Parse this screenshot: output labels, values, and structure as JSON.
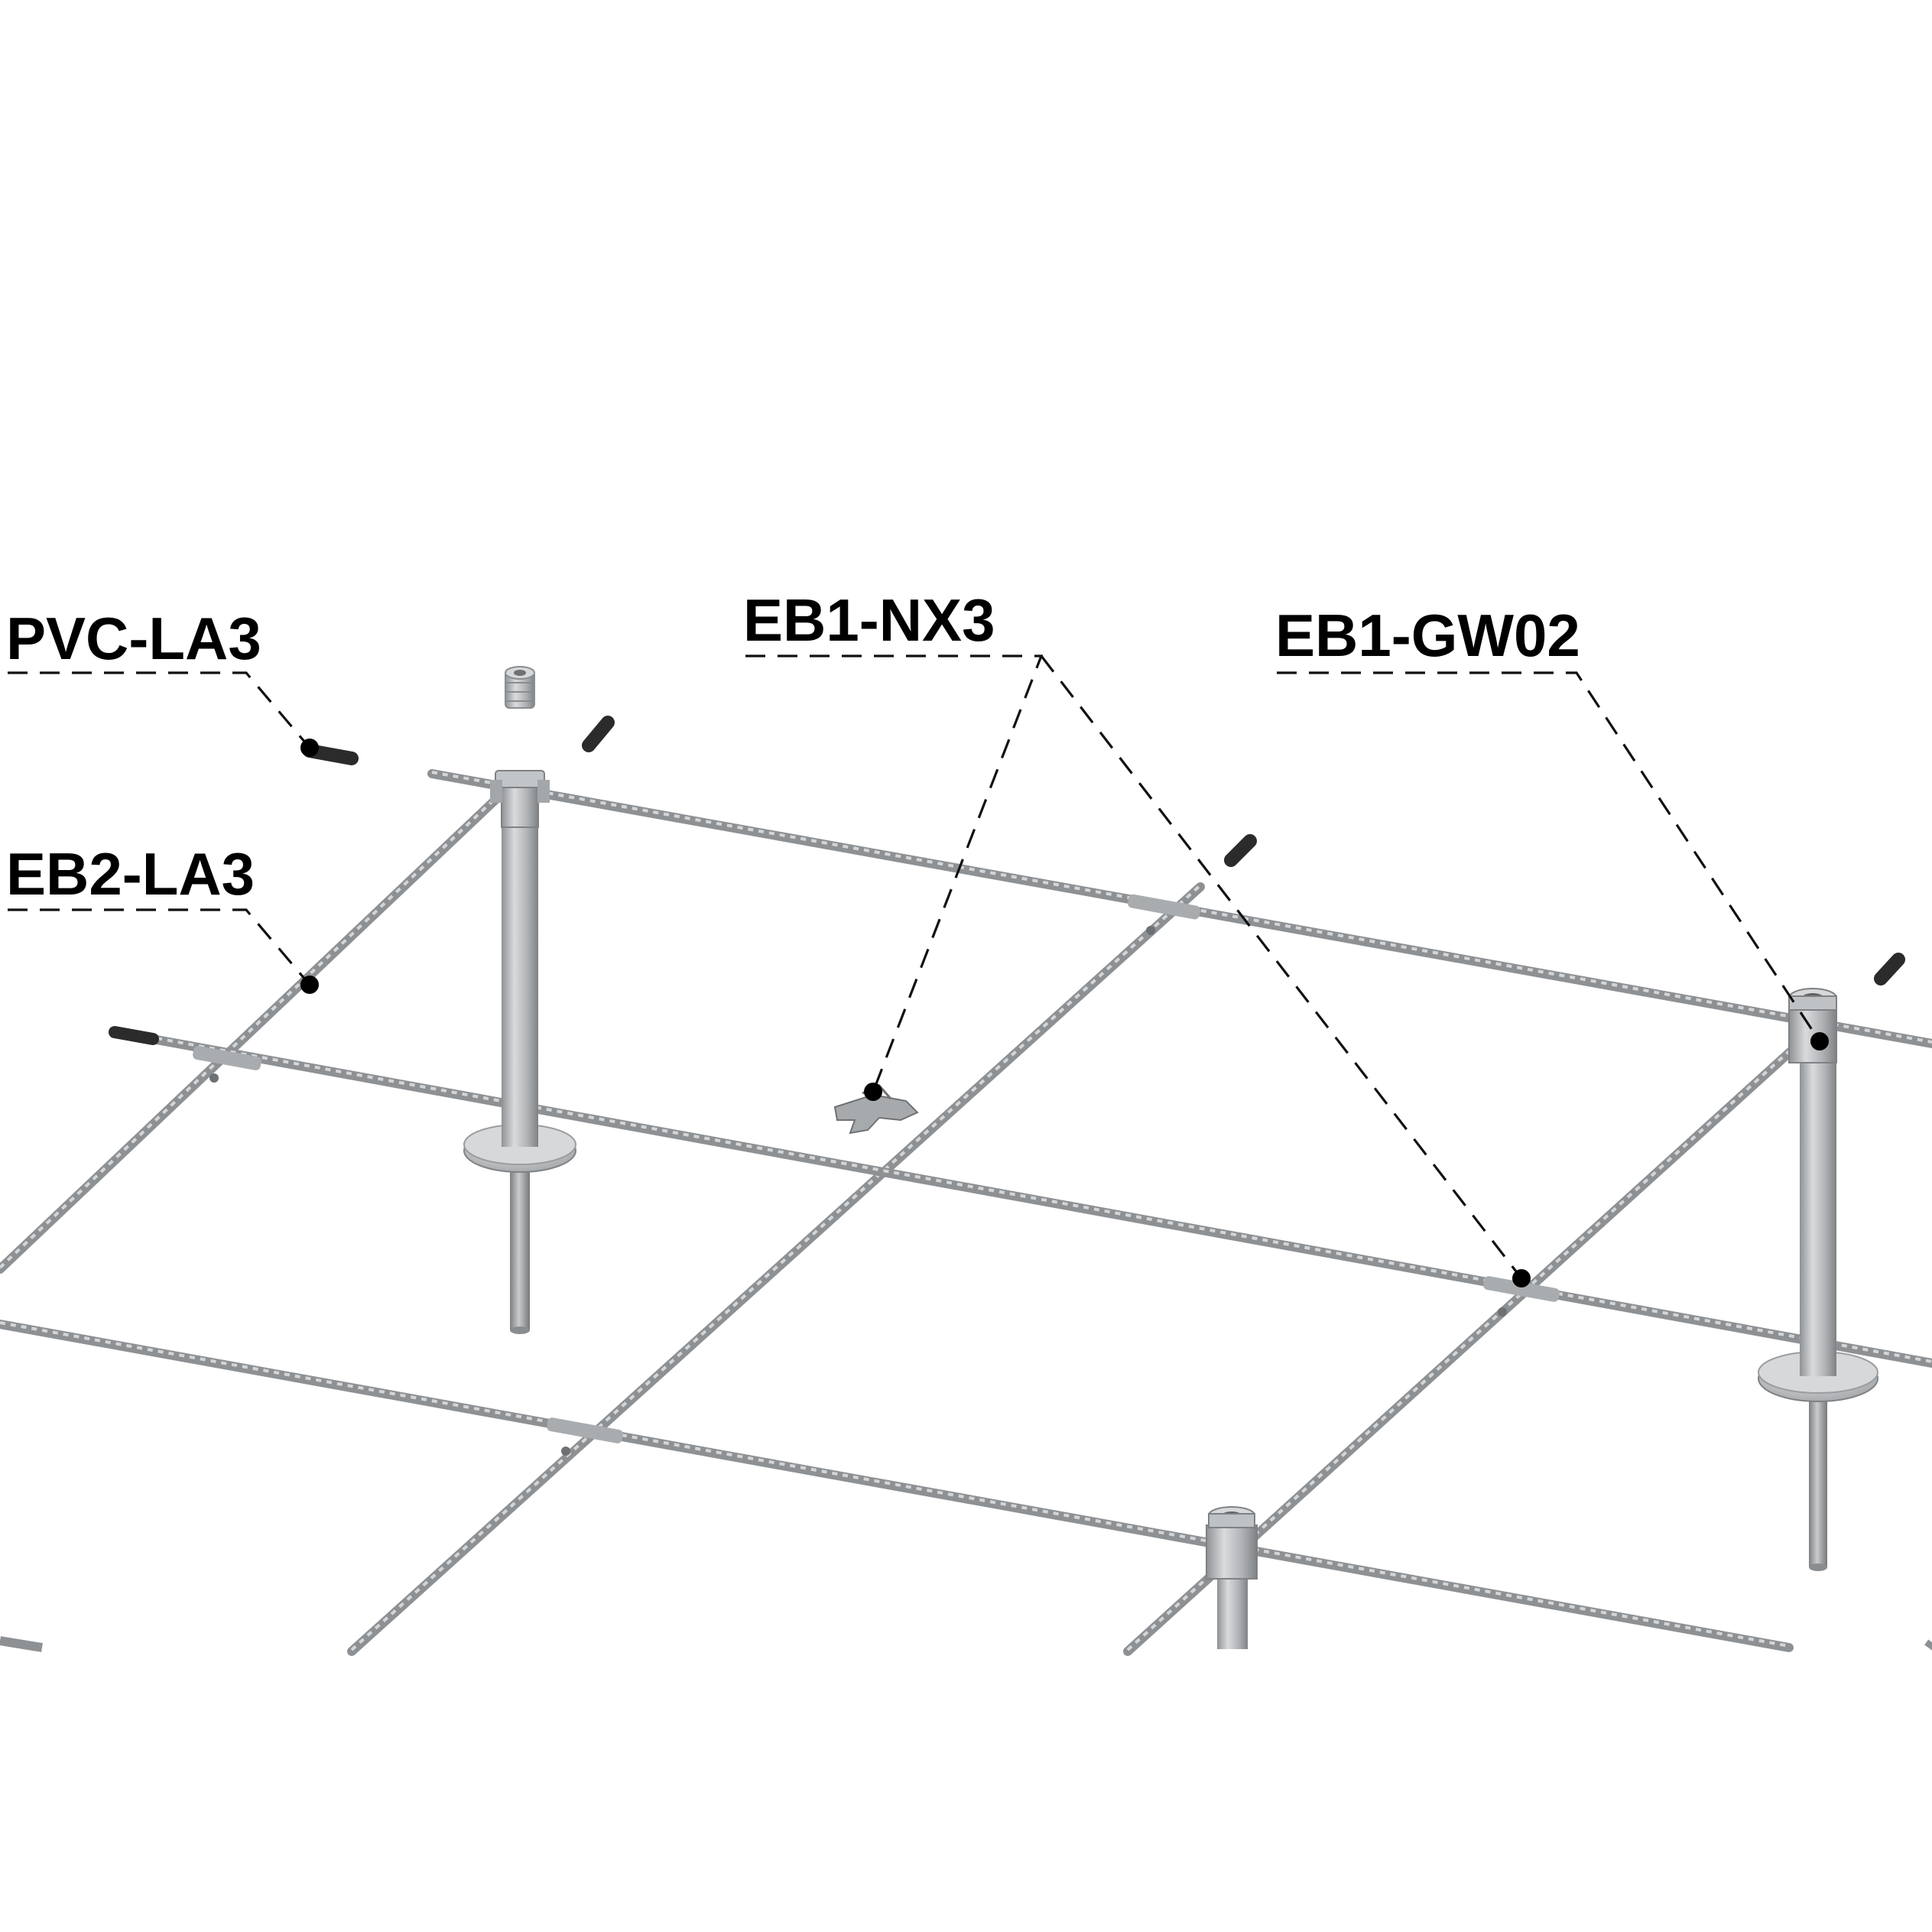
{
  "callouts": {
    "pvc_la3": "PVC-LA3",
    "eb2_la3": "EB2-LA3",
    "eb1_nx3": "EB1-NX3",
    "eb1_gw02": "EB1-GW02"
  },
  "colors": {
    "cable": "#9c9fa2",
    "cable_highlight": "#d7d9db",
    "post": "#b4b7ba",
    "post_dark": "#8a8d90",
    "cap": "#2b2b2b",
    "leader": "#111111"
  }
}
